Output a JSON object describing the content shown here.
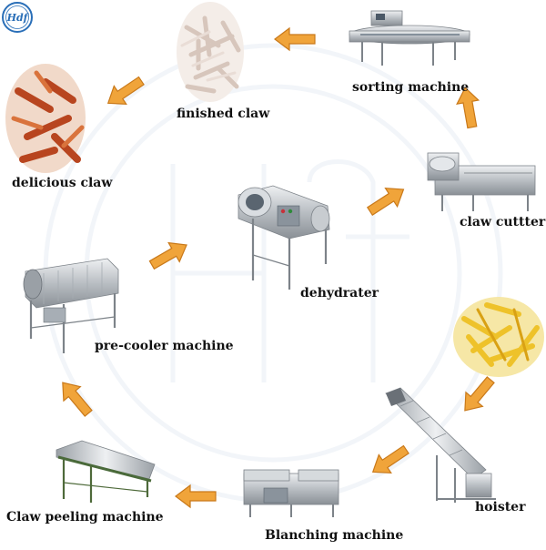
{
  "brand": {
    "logo_text": "Hdf"
  },
  "colors": {
    "arrow": "#f0a43a",
    "arrow_stroke": "#c9791a",
    "steel": "#c8ccd0",
    "steel_dark": "#7d8389",
    "claw_raw": "#e8dcd4",
    "claw_cooked": "#c4552a",
    "claw_yellow": "#f2cf3c",
    "watermark": "#dbe4ee"
  },
  "steps": [
    {
      "id": "sorting",
      "label": "sorting machine",
      "icon": "sorting-machine-icon"
    },
    {
      "id": "finished",
      "label": "finished claw",
      "icon": "finished-claw-icon"
    },
    {
      "id": "delicious",
      "label": "delicious claw",
      "icon": "delicious-claw-icon"
    },
    {
      "id": "cutter",
      "label": "claw cuttter",
      "icon": "claw-cutter-icon"
    },
    {
      "id": "dehydrater",
      "label": "dehydrater",
      "icon": "dehydrater-icon"
    },
    {
      "id": "precooler",
      "label": "pre-cooler machine",
      "icon": "pre-cooler-icon"
    },
    {
      "id": "hoister",
      "label": "hoister",
      "icon": "hoister-icon"
    },
    {
      "id": "blanching",
      "label": "Blanching machine",
      "icon": "blanching-machine-icon"
    },
    {
      "id": "peeling",
      "label": "Claw peeling machine",
      "icon": "claw-peeling-machine-icon"
    },
    {
      "id": "raw",
      "label": "",
      "icon": "raw-claws-icon"
    }
  ]
}
